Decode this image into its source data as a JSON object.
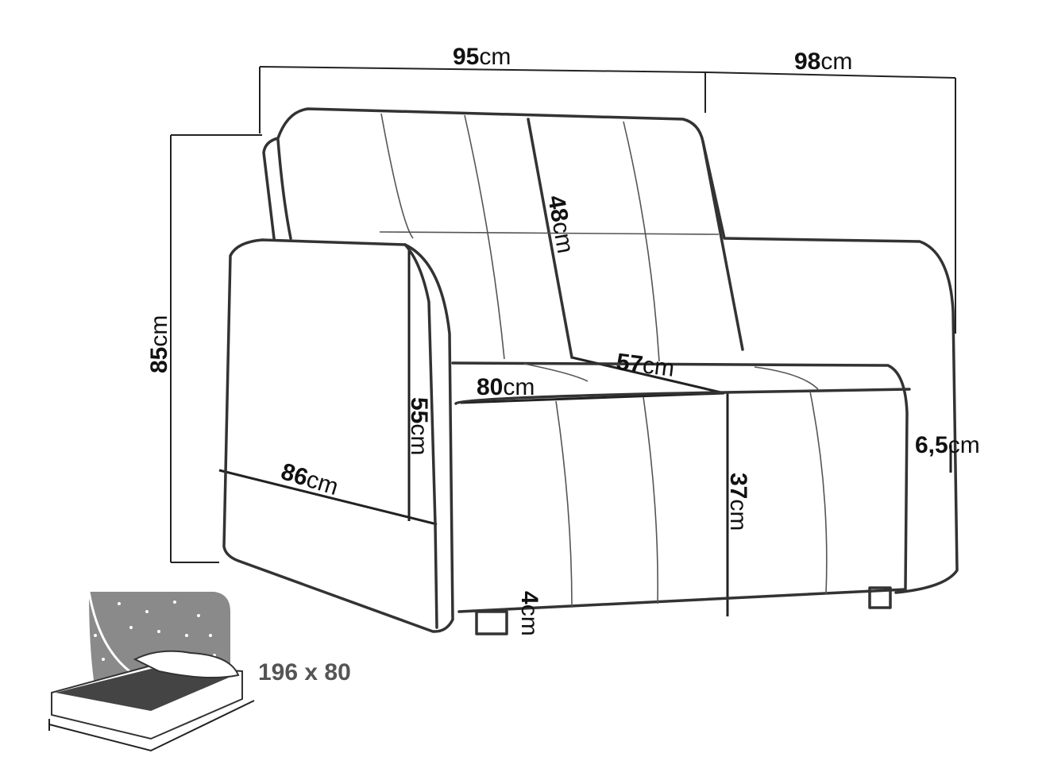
{
  "dimensions": {
    "width": {
      "value": "95",
      "unit": "cm"
    },
    "depth": {
      "value": "98",
      "unit": "cm"
    },
    "height": {
      "value": "85",
      "unit": "cm"
    },
    "backrest_height": {
      "value": "48",
      "unit": "cm"
    },
    "seat_depth": {
      "value": "57",
      "unit": "cm"
    },
    "seat_width": {
      "value": "80",
      "unit": "cm"
    },
    "armrest_height": {
      "value": "55",
      "unit": "cm"
    },
    "armrest_length": {
      "value": "86",
      "unit": "cm"
    },
    "seat_height": {
      "value": "37",
      "unit": "cm"
    },
    "armrest_width": {
      "value": "6,5",
      "unit": "cm"
    },
    "leg_height": {
      "value": "4",
      "unit": "cm"
    }
  },
  "sleeping_area": {
    "label": "196 x 80",
    "icon": "bed-icon"
  }
}
